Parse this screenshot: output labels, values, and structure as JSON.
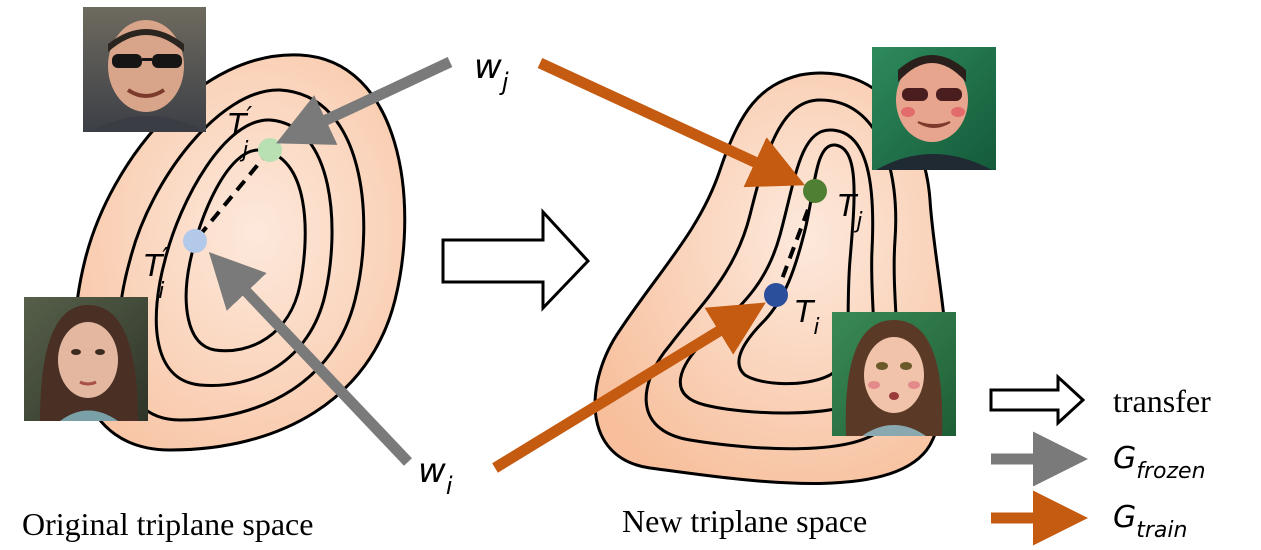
{
  "left_space": {
    "caption": "Original triplane space",
    "point_j": {
      "base": "T",
      "prime": "′",
      "sub": "j",
      "color": "#b9e0b3"
    },
    "point_i": {
      "base": "T",
      "prime": "′",
      "sub": "i",
      "color": "#b3c9ea"
    }
  },
  "right_space": {
    "caption": "New triplane space",
    "point_j": {
      "base": "T",
      "sub": "j",
      "color": "#4f7f32"
    },
    "point_i": {
      "base": "T",
      "sub": "i",
      "color": "#2b4f9a"
    }
  },
  "latents": {
    "wj": {
      "base": "w",
      "sub": "j"
    },
    "wi": {
      "base": "w",
      "sub": "i"
    }
  },
  "legend": {
    "transfer_label": "transfer",
    "frozen": {
      "base": "G",
      "sub": "frozen",
      "color": "#7a7a7a"
    },
    "train": {
      "base": "G",
      "sub": "train",
      "color": "#c55a11"
    }
  },
  "colors": {
    "blob_fill_edge": "#f6b58f",
    "blob_fill_center": "#fde9dc",
    "outline": "#000000"
  }
}
